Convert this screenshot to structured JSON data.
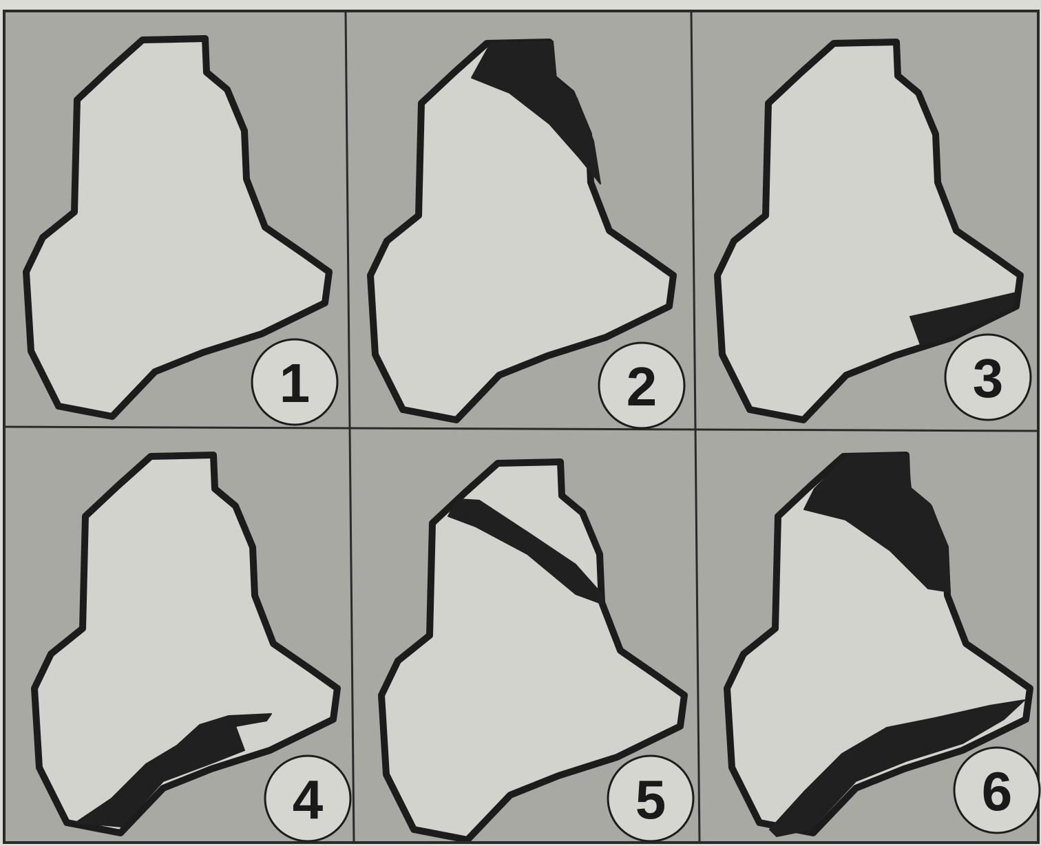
{
  "figure": {
    "panels": [
      {
        "number": "1",
        "shaded_regions": []
      },
      {
        "number": "2",
        "shaded_regions": [
          "north"
        ]
      },
      {
        "number": "3",
        "shaded_regions": [
          "southeast"
        ]
      },
      {
        "number": "4",
        "shaded_regions": [
          "southwest"
        ]
      },
      {
        "number": "5",
        "shaded_regions": [
          "north-band"
        ]
      },
      {
        "number": "6",
        "shaded_regions": [
          "north",
          "south"
        ]
      }
    ]
  },
  "colors": {
    "background": "#a9a9a3",
    "territory": "#d3d3cd",
    "shaded": "#202020",
    "outline": "#1c1c1c"
  }
}
